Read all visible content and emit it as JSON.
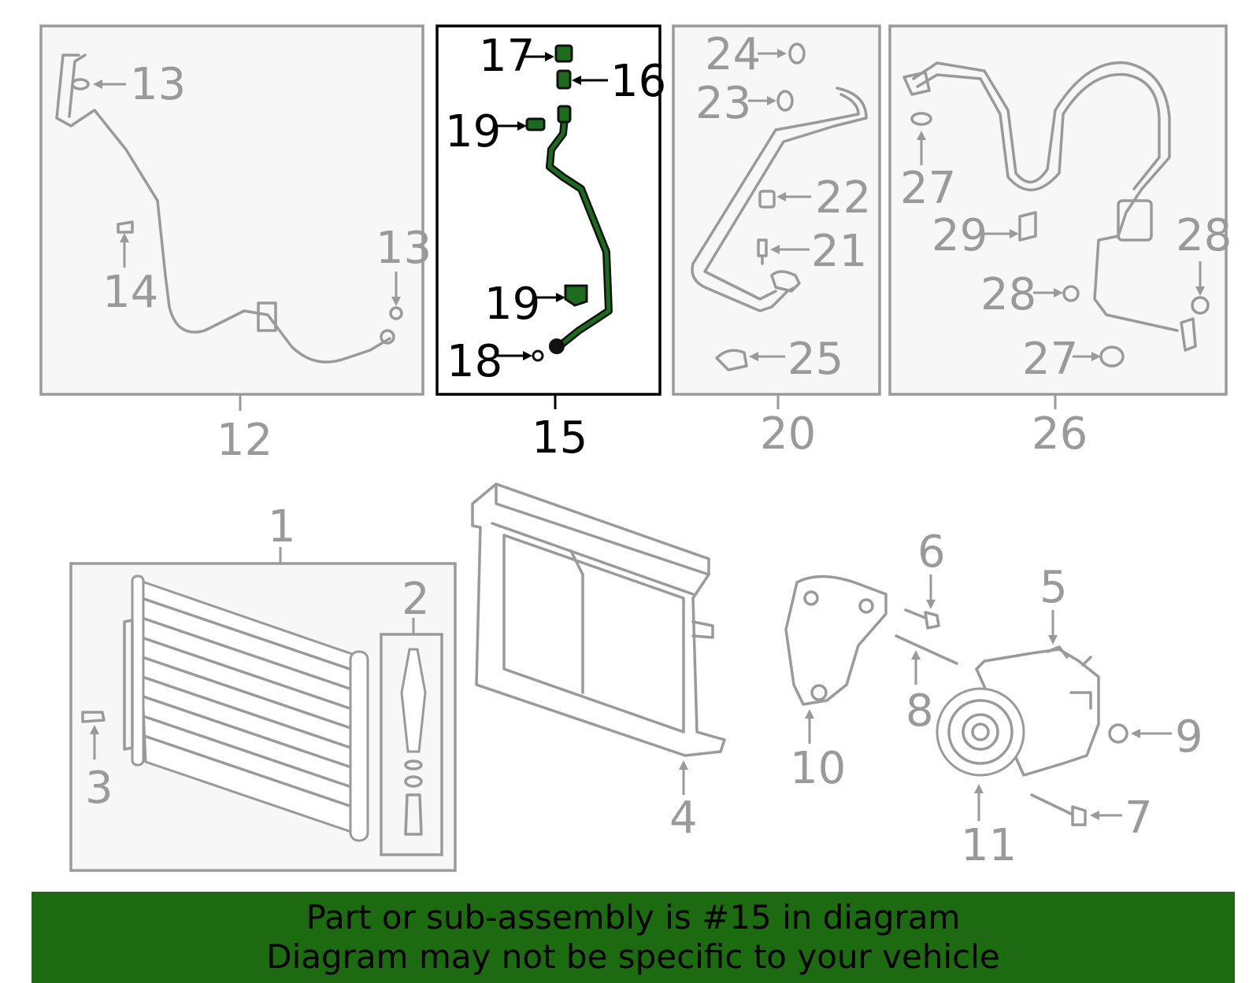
{
  "highlight_color": "#1d6b10",
  "highlighted_part": "15",
  "callouts": {
    "c1": "1",
    "c2": "2",
    "c3": "3",
    "c4": "4",
    "c5": "5",
    "c6": "6",
    "c7": "7",
    "c8": "8",
    "c9": "9",
    "c10": "10",
    "c11": "11",
    "c12": "12",
    "c13a": "13",
    "c13b": "13",
    "c14": "14",
    "c15": "15",
    "c16": "16",
    "c17": "17",
    "c18": "18",
    "c19a": "19",
    "c19b": "19",
    "c20": "20",
    "c21": "21",
    "c22": "22",
    "c23": "23",
    "c24": "24",
    "c25": "25",
    "c26": "26",
    "c27a": "27",
    "c27b": "27",
    "c28a": "28",
    "c28b": "28",
    "c29": "29"
  },
  "banner": {
    "line1": "Part or sub-assembly is #15 in diagram",
    "line2": "Diagram may not be specific to your vehicle"
  }
}
